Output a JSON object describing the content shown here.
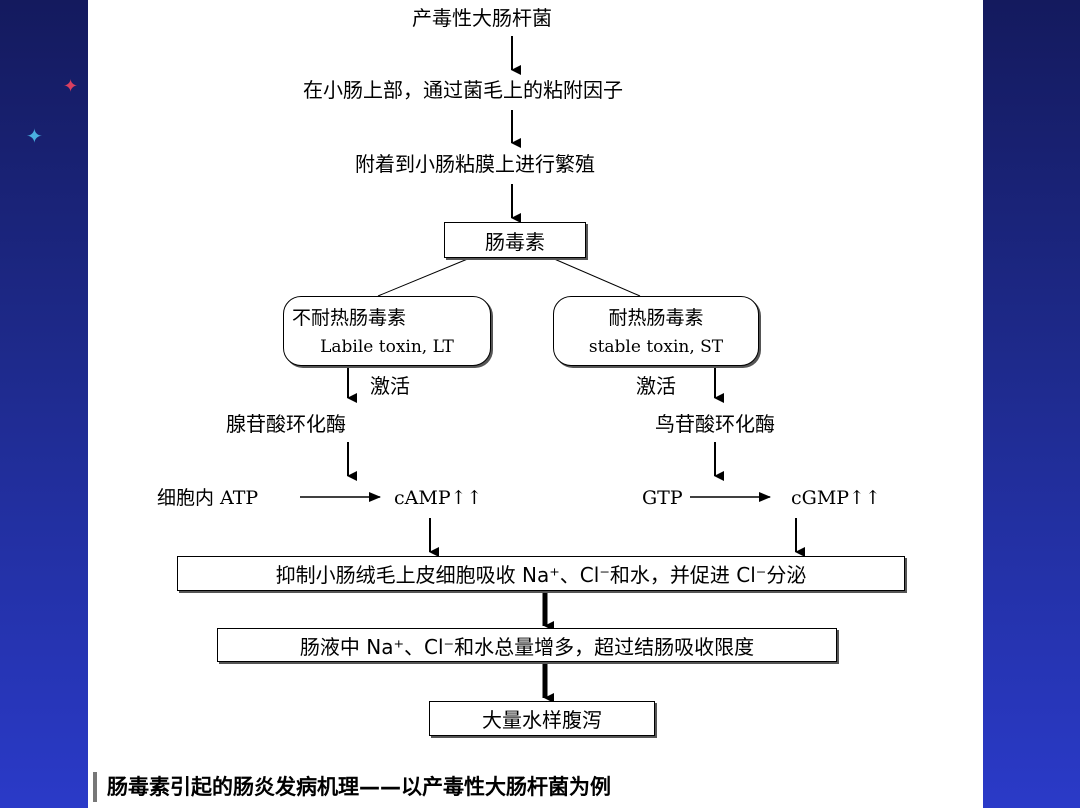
{
  "diagram": {
    "step1": "产毒性大肠杆菌",
    "step2": "在小肠上部，通过菌毛上的粘附因子",
    "step3": "附着到小肠粘膜上进行繁殖",
    "toxin": "肠毒素",
    "lt": {
      "name": "不耐热肠毒素",
      "en": "Labile toxin, LT"
    },
    "st": {
      "name": "耐热肠毒素",
      "en": "stable toxin, ST"
    },
    "activate_left": "激活",
    "activate_right": "激活",
    "enzyme_left": "腺苷酸环化酶",
    "enzyme_right": "鸟苷酸环化酶",
    "atp_label": "细胞内 ATP",
    "camp_label": "cAMP↑↑",
    "gtp_label": "GTP",
    "cgmp_label": "cGMP↑↑",
    "inhibit": "抑制小肠绒毛上皮细胞吸收 Na⁺、Cl⁻和水，并促进 Cl⁻分泌",
    "increase": "肠液中 Na⁺、Cl⁻和水总量增多，超过结肠吸收限度",
    "result": "大量水样腹泻"
  },
  "caption": "肠毒素引起的肠炎发病机理——以产毒性大肠杆菌为例",
  "decorations": {
    "bullet1_icon": "star-icon",
    "bullet2_icon": "star-icon"
  }
}
